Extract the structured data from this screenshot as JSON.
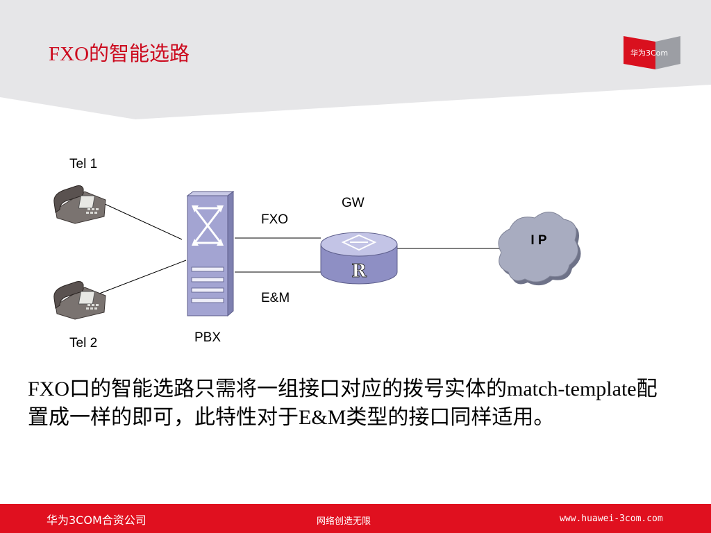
{
  "slide": {
    "title": "FXO的智能选路",
    "logo_text": "华为3Com"
  },
  "diagram": {
    "tel1_label": "Tel 1",
    "tel2_label": "Tel 2",
    "pbx_label": "PBX",
    "fxo_label": "FXO",
    "em_label": "E&M",
    "gw_label": "GW",
    "router_letter": "R",
    "ip_label": "I P"
  },
  "body": {
    "text": "FXO口的智能选路只需将一组接口对应的拨号实体的match-template配置成一样的即可，此特性对于E&M类型的接口同样适用。"
  },
  "footer": {
    "left": "华为3COM合资公司",
    "center": "网络创造无限",
    "right": "www.huawei-3com.com"
  },
  "colors": {
    "title_red": "#cc0a1e",
    "footer_red": "#e0101f",
    "header_gray": "#e6e6e8",
    "device_purple": "#9fa0cf",
    "cloud_gray": "#a8acc0"
  }
}
